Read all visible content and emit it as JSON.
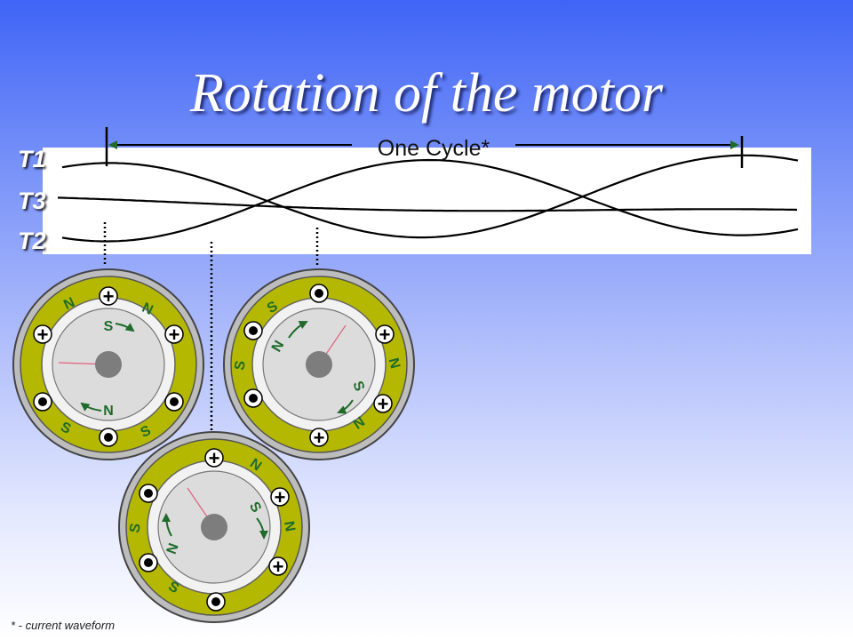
{
  "title": "Rotation of the motor",
  "cycle_label": "One Cycle*",
  "waveforms": [
    "T1",
    "T3",
    "T2"
  ],
  "footnote": "* - current waveform",
  "terminal_mark": "+",
  "colors": {
    "ring": "#b5b800",
    "casing": "#b9b9b9",
    "rotor_face": "#dcdcdc",
    "hub": "#7d7d7d",
    "pole_text": "#1f6b2a",
    "arrow": "#1f6b2a",
    "indicator": "#e0607a"
  },
  "motors": [
    {
      "name": "motor-1",
      "stator_poles": [
        "N",
        "N",
        "S",
        "S"
      ],
      "rotor_poles": [
        "S",
        "N"
      ]
    },
    {
      "name": "motor-2",
      "stator_poles": [
        "S",
        "N",
        "N",
        "S"
      ],
      "rotor_poles": [
        "N",
        "S"
      ]
    },
    {
      "name": "motor-3",
      "stator_poles": [
        "N",
        "N",
        "S",
        "S"
      ],
      "rotor_poles": [
        "S",
        "N"
      ]
    }
  ]
}
